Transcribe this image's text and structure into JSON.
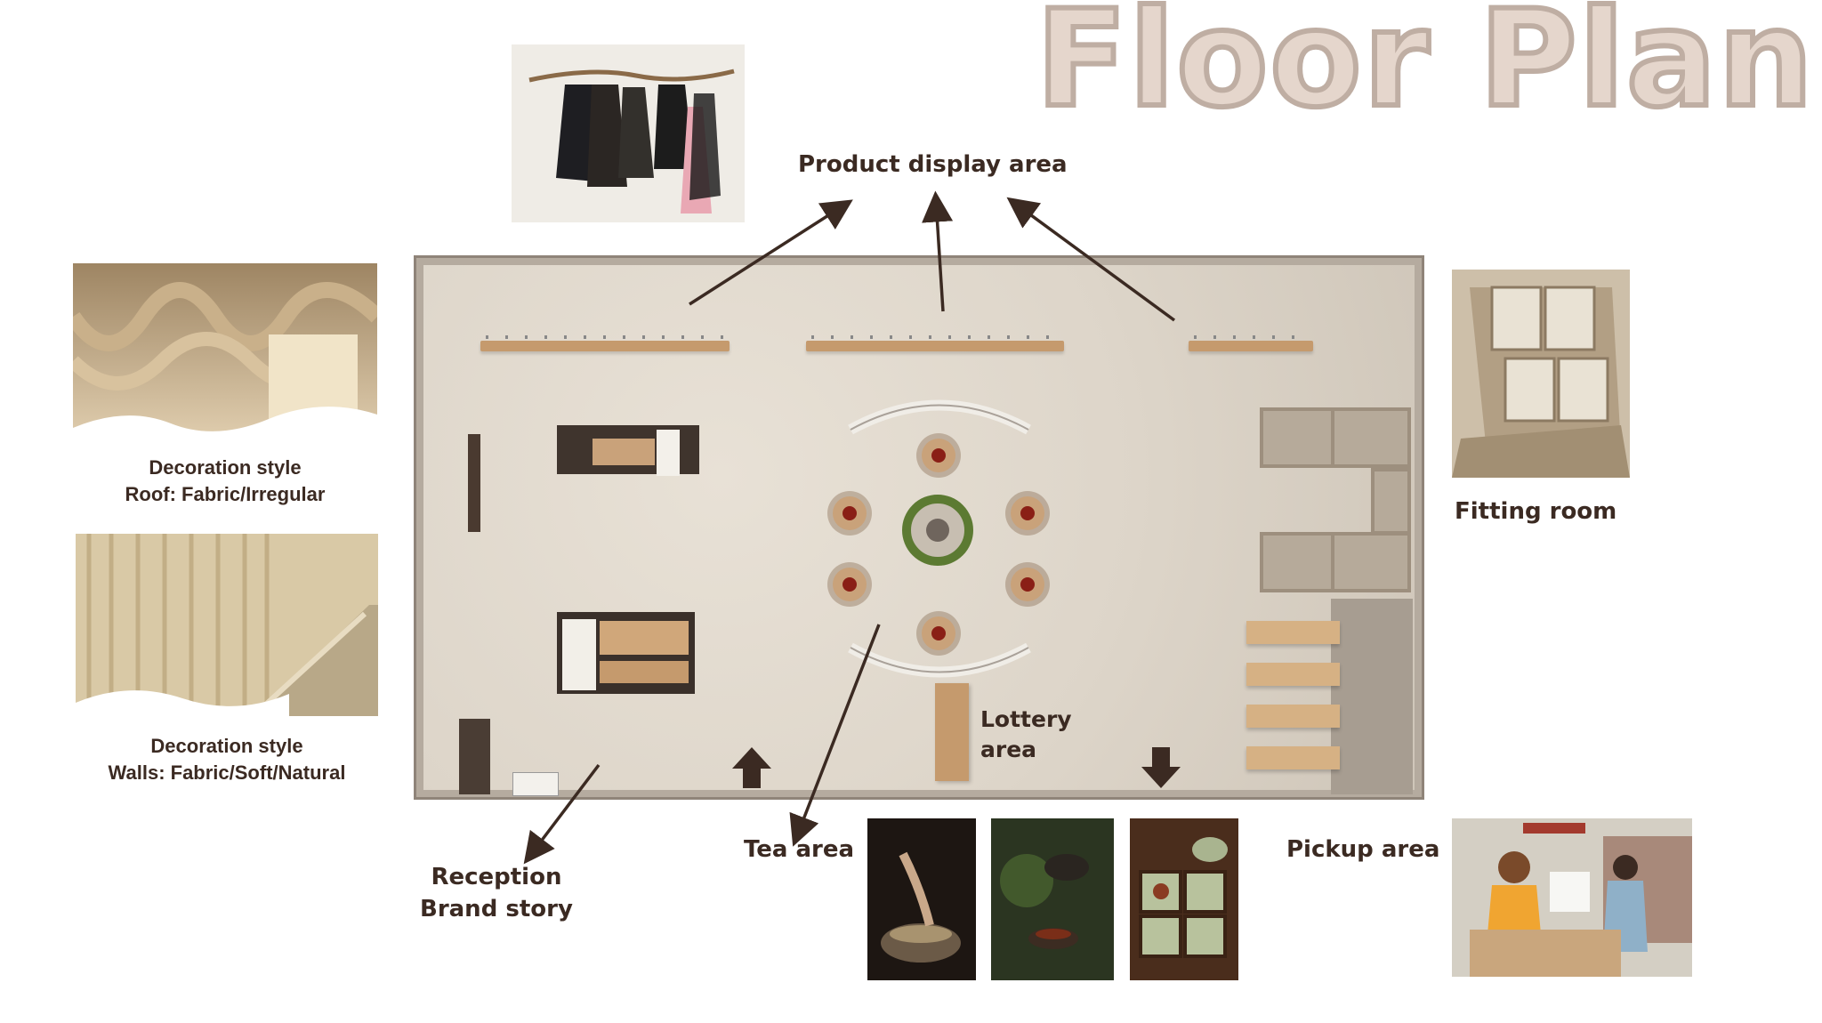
{
  "title": "Floor Plan",
  "labels": {
    "product_display": "Product display area",
    "fitting_room": "Fitting room",
    "lottery_line1": "Lottery",
    "lottery_line2": "area",
    "tea": "Tea area",
    "pickup": "Pickup area",
    "reception_line1": "Reception",
    "reception_line2": "Brand story"
  },
  "decoration": {
    "roof_line1": "Decoration style",
    "roof_line2": "Roof: Fabric/Irregular",
    "walls_line1": "Decoration style",
    "walls_line2": "Walls: Fabric/Soft/Natural"
  },
  "colors": {
    "text": "#3b2a22",
    "title_fill": "#e5d6cc",
    "title_stroke": "#bfaea3",
    "floor": "#ddd5c9",
    "wood": "#c59a6d"
  }
}
